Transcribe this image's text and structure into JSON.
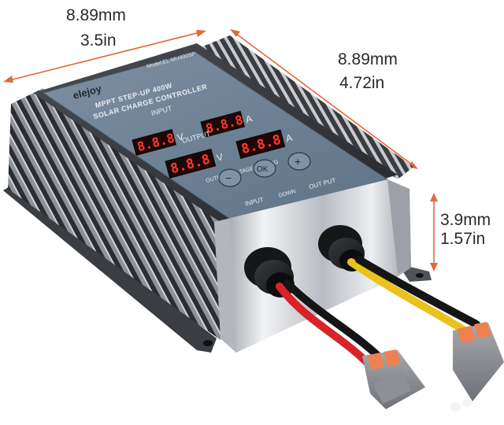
{
  "dimensions": {
    "width_mm": "8.89mm",
    "width_in": "3.5in",
    "length_mm": "8.89mm",
    "length_in": "4.72in",
    "height_mm": "3.9mm",
    "height_in": "1.57in"
  },
  "device": {
    "brand": "elejoy",
    "model": "Model:EL-MU400SP",
    "title_line1": "MPPT STEP-UP 400W",
    "title_line2": "SOLAR CHARGE CONTROLLER",
    "input_label": "INPUT",
    "output_label": "OUTPUT",
    "volt_unit": "V",
    "amp_unit": "A",
    "display_value": "8.8.8",
    "setting_label": "OUTPUT VOLTAGE SETTING",
    "btn_minus": "−",
    "btn_ok": "OK",
    "btn_plus": "+",
    "port_input": "INPUT",
    "port_down": "DOWN",
    "port_output": "OUT PUT"
  },
  "colors": {
    "arrow": "#e06a3c",
    "panel": "#6f8397",
    "display_bg": "#1d0707",
    "digits": "#ff3b2a",
    "wire_red": "#d8232a",
    "wire_yellow": "#e9c21a",
    "connector": "#8b8d93",
    "lever": "#f08052"
  }
}
